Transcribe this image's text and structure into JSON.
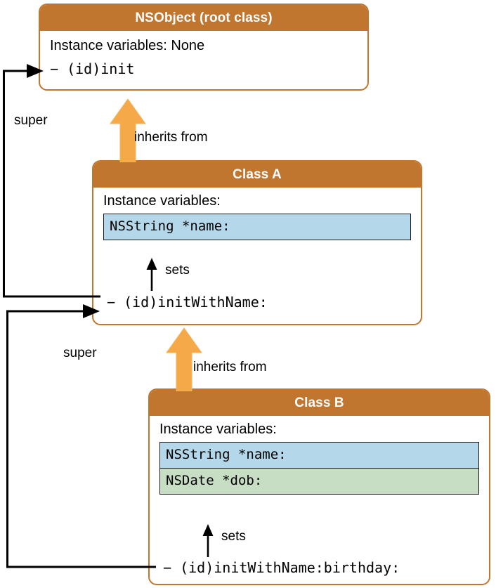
{
  "diagram": {
    "title": "Objective-C initializer chain / inheritance diagram",
    "colors": {
      "header_orange": "#C1762F",
      "arrow_orange": "#F5A949",
      "ivar_blue": "#B4D8E9",
      "ivar_green": "#C7DEC5",
      "connector_black": "#000000",
      "background": "#FFFFFF"
    }
  },
  "classes": [
    {
      "id": "nsobject",
      "header": "NSObject (root class)",
      "ivars_label": "Instance variables: None",
      "ivars": [],
      "method": "− (id)init"
    },
    {
      "id": "class_a",
      "header": "Class A",
      "ivars_label": "Instance variables:",
      "ivars": [
        {
          "text": "NSString *name:",
          "color": "blue"
        }
      ],
      "method": "− (id)initWithName:",
      "sets_label": "sets"
    },
    {
      "id": "class_b",
      "header": "Class B",
      "ivars_label": "Instance variables:",
      "ivars": [
        {
          "text": "NSString *name:",
          "color": "blue"
        },
        {
          "text": "NSDate *dob:",
          "color": "green"
        }
      ],
      "method": "− (id)initWithName:birthday:",
      "sets_label": "sets"
    }
  ],
  "relations": [
    {
      "id": "a-inherits-nsobject",
      "inherits_label": "inherits from",
      "super_label": "super",
      "from": "Class A",
      "to": "NSObject (root class)"
    },
    {
      "id": "b-inherits-a",
      "inherits_label": "inherits from",
      "super_label": "super",
      "from": "Class B",
      "to": "Class A"
    }
  ]
}
